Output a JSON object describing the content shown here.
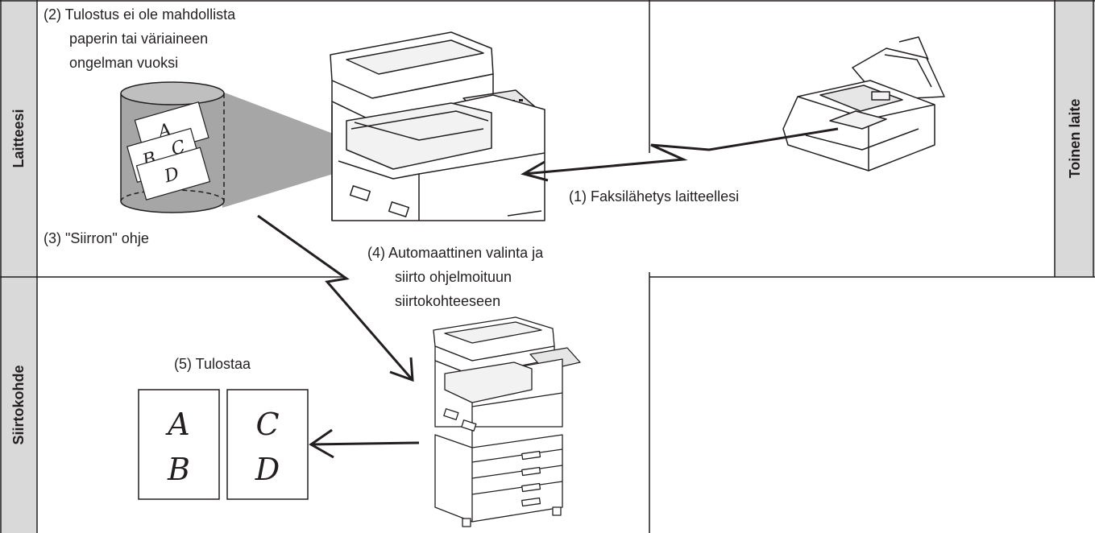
{
  "lanes": {
    "top_left": "Laitteesi",
    "top_right": "Toinen laite",
    "bottom_left": "Siirtokohde"
  },
  "steps": {
    "s1": "(1) Faksilähetys laitteellesi",
    "s2_lines": [
      "(2) Tulostus ei ole mahdollista",
      "paperin tai väriaineen",
      "ongelman vuoksi"
    ],
    "s3": "(3) \"Siirron\" ohje",
    "s4_lines": [
      "(4) Automaattinen valinta ja",
      "siirto ohjelmoituun",
      "siirtokohteeseen"
    ],
    "s5": "(5) Tulostaa"
  },
  "memory_letters": [
    "A",
    "B",
    "C",
    "D"
  ],
  "printed_pages": [
    {
      "top": "A",
      "bottom": "B"
    },
    {
      "top": "C",
      "bottom": "D"
    }
  ],
  "icons": [
    "multifunction-printer-icon",
    "fax-machine-icon",
    "memory-cylinder-icon",
    "printed-page-icon"
  ],
  "colors": {
    "lane_gray": "#d9d9d9",
    "memory_gray": "#a6a6a6",
    "line": "#231f20"
  }
}
